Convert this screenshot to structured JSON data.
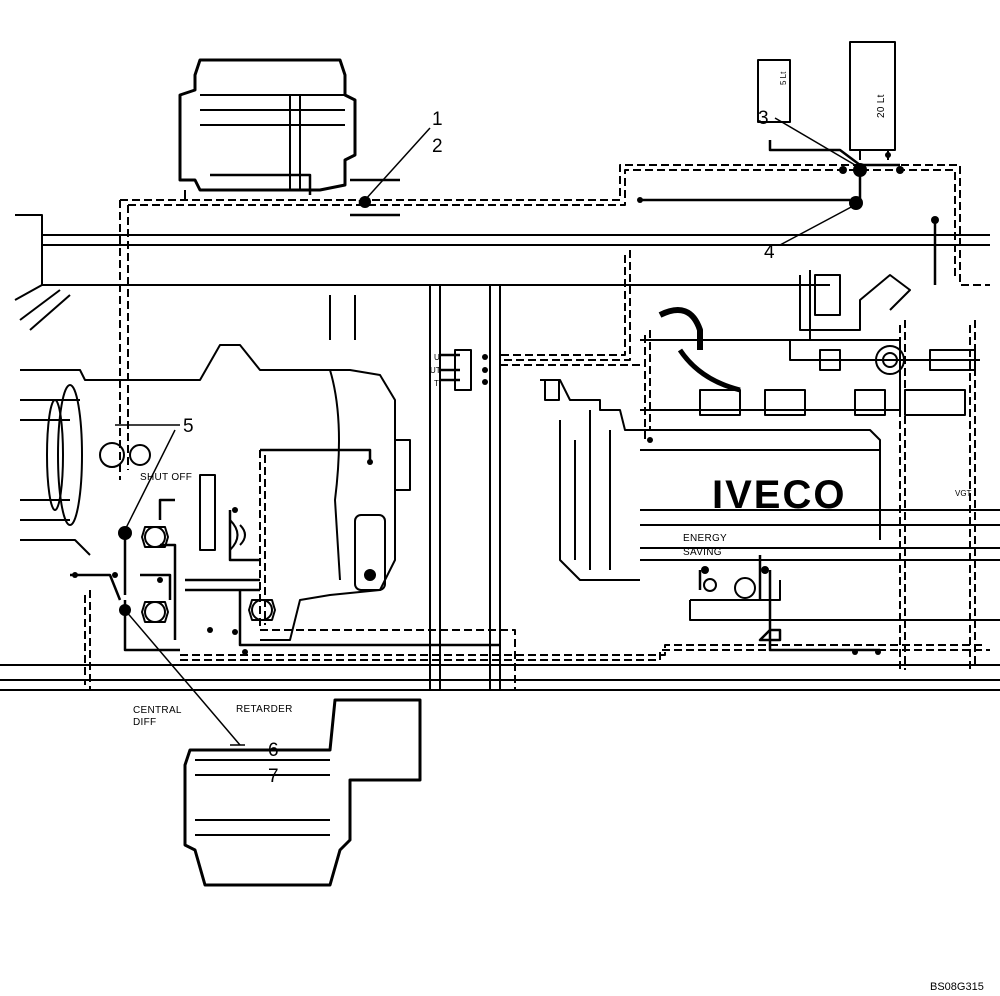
{
  "callouts": {
    "c1": "1",
    "c2": "2",
    "c3": "3",
    "c4": "4",
    "c5": "5",
    "c6": "6",
    "c7": "7"
  },
  "tanks": {
    "small_tank": "5 Lt",
    "large_tank": "20 Lt"
  },
  "valve_ports": {
    "u": "U",
    "ut": "UT",
    "t": "T"
  },
  "labels": {
    "shut_off": "SHUT OFF",
    "central_diff_1": "CENTRAL",
    "central_diff_2": "DIFF",
    "retarder": "RETARDER",
    "energy": "ENERGY",
    "saving": "SAVING",
    "vgt": "VGT"
  },
  "engine_brand": "IVECO",
  "figure_ref": "BS08G315",
  "colors": {
    "line": "#000000",
    "background": "#ffffff"
  }
}
